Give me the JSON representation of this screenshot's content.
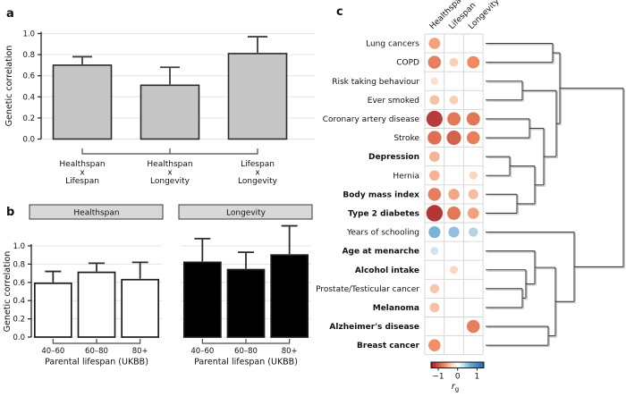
{
  "figure": {
    "panel_a_label": "a",
    "panel_b_label": "b",
    "panel_c_label": "c"
  },
  "chart_data": [
    {
      "type": "bar",
      "panel": "a",
      "ylabel": "Genetic correlation",
      "ylim": [
        0,
        1
      ],
      "yticks": [
        "0.0",
        "0.2",
        "0.4",
        "0.6",
        "0.8",
        "1.0"
      ],
      "grid": true,
      "bar_color": "#c6c6c6",
      "categories": [
        [
          "Healthspan",
          "x",
          "Lifespan"
        ],
        [
          "Healthspan",
          "x",
          "Longevity"
        ],
        [
          "Lifespan",
          "x",
          "Longevity"
        ]
      ],
      "values": [
        0.7,
        0.51,
        0.81
      ],
      "errors_upper": [
        0.78,
        0.68,
        0.97
      ]
    },
    {
      "type": "bar",
      "panel": "b",
      "ylabel": "Genetic correlation",
      "xlabel": "Parental lifespan (UKBB)",
      "ylim": [
        0,
        1.25
      ],
      "yticks": [
        "0.0",
        "0.2",
        "0.4",
        "0.6",
        "0.8",
        "1.0"
      ],
      "grid": true,
      "categories": [
        "40–60",
        "60–80",
        "80+"
      ],
      "series": [
        {
          "name": "Healthspan",
          "fill": "#ffffff",
          "values": [
            0.59,
            0.71,
            0.63
          ],
          "errors_upper": [
            0.72,
            0.81,
            0.82
          ]
        },
        {
          "name": "Longevity",
          "fill": "#000000",
          "values": [
            0.82,
            0.74,
            0.9
          ],
          "errors_upper": [
            1.08,
            0.93,
            1.22
          ]
        }
      ]
    },
    {
      "type": "heatmap",
      "panel": "c",
      "columns": [
        "Healthspan",
        "Lifespan",
        "Longevity"
      ],
      "rows": [
        {
          "label": "Lung cancers",
          "bold": false,
          "values": [
            -0.42,
            null,
            null
          ]
        },
        {
          "label": "COPD",
          "bold": false,
          "values": [
            -0.55,
            -0.25,
            -0.5
          ]
        },
        {
          "label": "Risk taking behaviour",
          "bold": false,
          "values": [
            -0.18,
            null,
            null
          ]
        },
        {
          "label": "Ever smoked",
          "bold": false,
          "values": [
            -0.3,
            -0.25,
            null
          ]
        },
        {
          "label": "Coronary artery disease",
          "bold": false,
          "values": [
            -0.85,
            -0.58,
            -0.58
          ]
        },
        {
          "label": "Stroke",
          "bold": false,
          "values": [
            -0.62,
            -0.68,
            -0.55
          ]
        },
        {
          "label": "Depression",
          "bold": true,
          "values": [
            -0.35,
            null,
            null
          ]
        },
        {
          "label": "Hernia",
          "bold": false,
          "values": [
            -0.35,
            null,
            -0.22
          ]
        },
        {
          "label": "Body mass index",
          "bold": true,
          "values": [
            -0.55,
            -0.4,
            -0.32
          ]
        },
        {
          "label": "Type 2 diabetes",
          "bold": true,
          "values": [
            -0.88,
            -0.58,
            -0.42
          ]
        },
        {
          "label": "Years of schooling",
          "bold": false,
          "values": [
            0.45,
            0.38,
            0.28
          ]
        },
        {
          "label": "Age at menarche",
          "bold": true,
          "values": [
            0.2,
            null,
            null
          ]
        },
        {
          "label": "Alcohol intake",
          "bold": true,
          "values": [
            null,
            -0.22,
            null
          ]
        },
        {
          "label": "Prostate/Testicular cancer",
          "bold": false,
          "values": [
            -0.28,
            null,
            null
          ]
        },
        {
          "label": "Melanoma",
          "bold": true,
          "values": [
            -0.3,
            null,
            null
          ]
        },
        {
          "label": "Alzheimer's disease",
          "bold": true,
          "values": [
            null,
            null,
            -0.55
          ]
        },
        {
          "label": "Breast cancer",
          "bold": true,
          "values": [
            -0.48,
            null,
            null
          ]
        }
      ],
      "legend": {
        "label_main": "r",
        "label_sub": "g",
        "ticks": [
          "−1",
          "0",
          "1"
        ]
      },
      "colormap_stops": [
        [
          -1,
          "#a11a27"
        ],
        [
          -0.5,
          "#ef8a62"
        ],
        [
          -0.2,
          "#fddbc7"
        ],
        [
          0,
          "#ffffff"
        ],
        [
          0.2,
          "#d1e5f0"
        ],
        [
          0.5,
          "#67a9cf"
        ],
        [
          1,
          "#2166ac"
        ]
      ],
      "dendrogram": {
        "merges": [
          {
            "id": "A",
            "a": "L0",
            "b": "L1",
            "x": 278
          },
          {
            "id": "B",
            "a": "L2",
            "b": "L3",
            "x": 244
          },
          {
            "id": "C",
            "a": "L4",
            "b": "L5",
            "x": 252
          },
          {
            "id": "D",
            "a": "L6",
            "b": "L7",
            "x": 230
          },
          {
            "id": "E",
            "a": "L8",
            "b": "L9",
            "x": 238
          },
          {
            "id": "F",
            "a": "D",
            "b": "E",
            "x": 258
          },
          {
            "id": "R",
            "a": "C",
            "b": "F",
            "x": 268
          },
          {
            "id": "Q",
            "a": "B",
            "b": "R",
            "x": 282
          },
          {
            "id": "P",
            "a": "A",
            "b": "Q",
            "x": 286
          },
          {
            "id": "S2",
            "a": "L13",
            "b": "L14",
            "x": 244
          },
          {
            "id": "S",
            "a": "L12",
            "b": "S2",
            "x": 248
          },
          {
            "id": "U",
            "a": "L11",
            "b": "S",
            "x": 258
          },
          {
            "id": "W",
            "a": "L15",
            "b": "L16",
            "x": 273
          },
          {
            "id": "X",
            "a": "U",
            "b": "W",
            "x": 281
          },
          {
            "id": "Z",
            "a": "L10",
            "b": "X",
            "x": 302
          },
          {
            "id": "ROOT",
            "a": "P",
            "b": "Z",
            "x": 357
          }
        ]
      }
    }
  ]
}
